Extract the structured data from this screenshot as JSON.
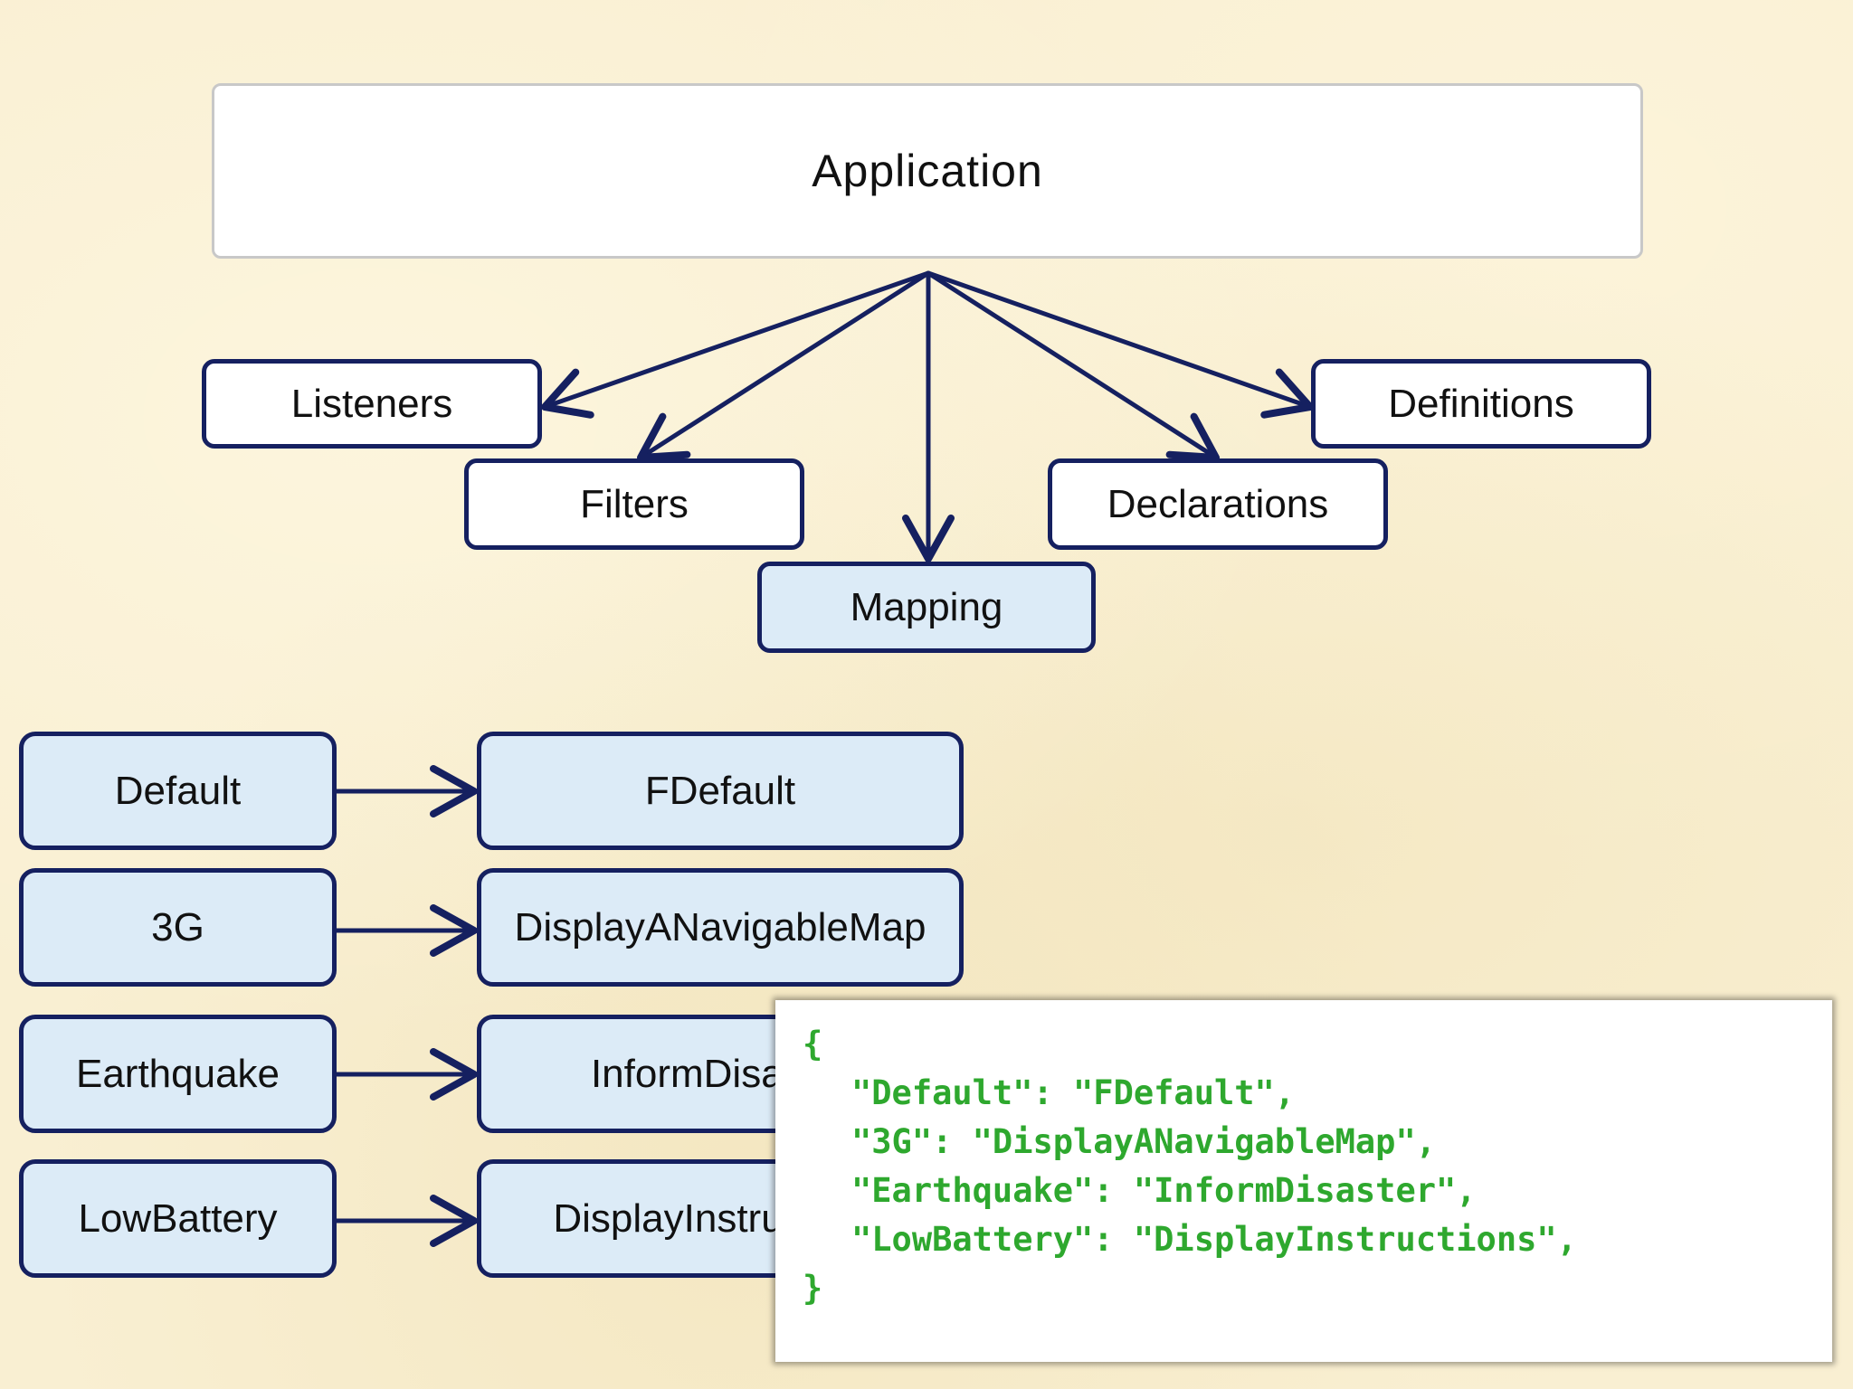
{
  "root": {
    "label": "Application"
  },
  "children": [
    {
      "id": "listeners",
      "label": "Listeners"
    },
    {
      "id": "filters",
      "label": "Filters"
    },
    {
      "id": "mapping",
      "label": "Mapping"
    },
    {
      "id": "declarations",
      "label": "Declarations"
    },
    {
      "id": "definitions",
      "label": "Definitions"
    }
  ],
  "mappings": [
    {
      "key": "Default",
      "value": "FDefault"
    },
    {
      "key": "3G",
      "value": "DisplayANavigableMap"
    },
    {
      "key": "Earthquake",
      "value": "InformDisaster"
    },
    {
      "key": "LowBattery",
      "value": "DisplayInstructions"
    }
  ],
  "code": {
    "open": "{",
    "lines": [
      "\"Default\": \"FDefault\",",
      "\"3G\": \"DisplayANavigableMap\",",
      "\"Earthquake\": \"InformDisaster\",",
      "\"LowBattery\": \"DisplayInstructions\","
    ],
    "close": "}"
  },
  "colors": {
    "background": "#f9efd2",
    "border_navy": "#152060",
    "box_fill_blue": "#dcebf7",
    "code_green": "#2ea82e"
  }
}
